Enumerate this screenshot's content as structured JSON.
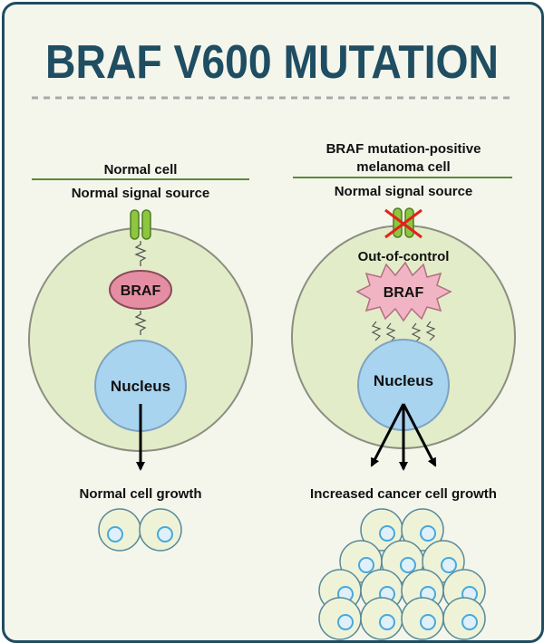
{
  "title": "BRAF V600 MUTATION",
  "left": {
    "header": "Normal cell",
    "signal_source": "Normal signal source",
    "protein": "BRAF",
    "nucleus": "Nucleus",
    "outcome": "Normal cell growth"
  },
  "right": {
    "header_line1": "BRAF mutation-positive",
    "header_line2": "melanoma cell",
    "signal_source": "Normal signal source",
    "status": "Out-of-control",
    "protein": "BRAF",
    "nucleus": "Nucleus",
    "outcome": "Increased cancer cell growth"
  },
  "colors": {
    "title": "#1f4d61",
    "frame_bg": "#f4f6ec",
    "cell_fill": "#e3ecc8",
    "cell_stroke": "#8a8f80",
    "receptor": "#8dc63f",
    "braf_fill": "#e58ea3",
    "nucleus_fill": "#a8d4f0",
    "divider": "#5a8a3a",
    "cross": "#e0231b"
  },
  "icons": [
    "receptor-icon",
    "signal-squiggle-icon",
    "cross-mark-icon",
    "arrow-icon",
    "small-cell-icon"
  ]
}
